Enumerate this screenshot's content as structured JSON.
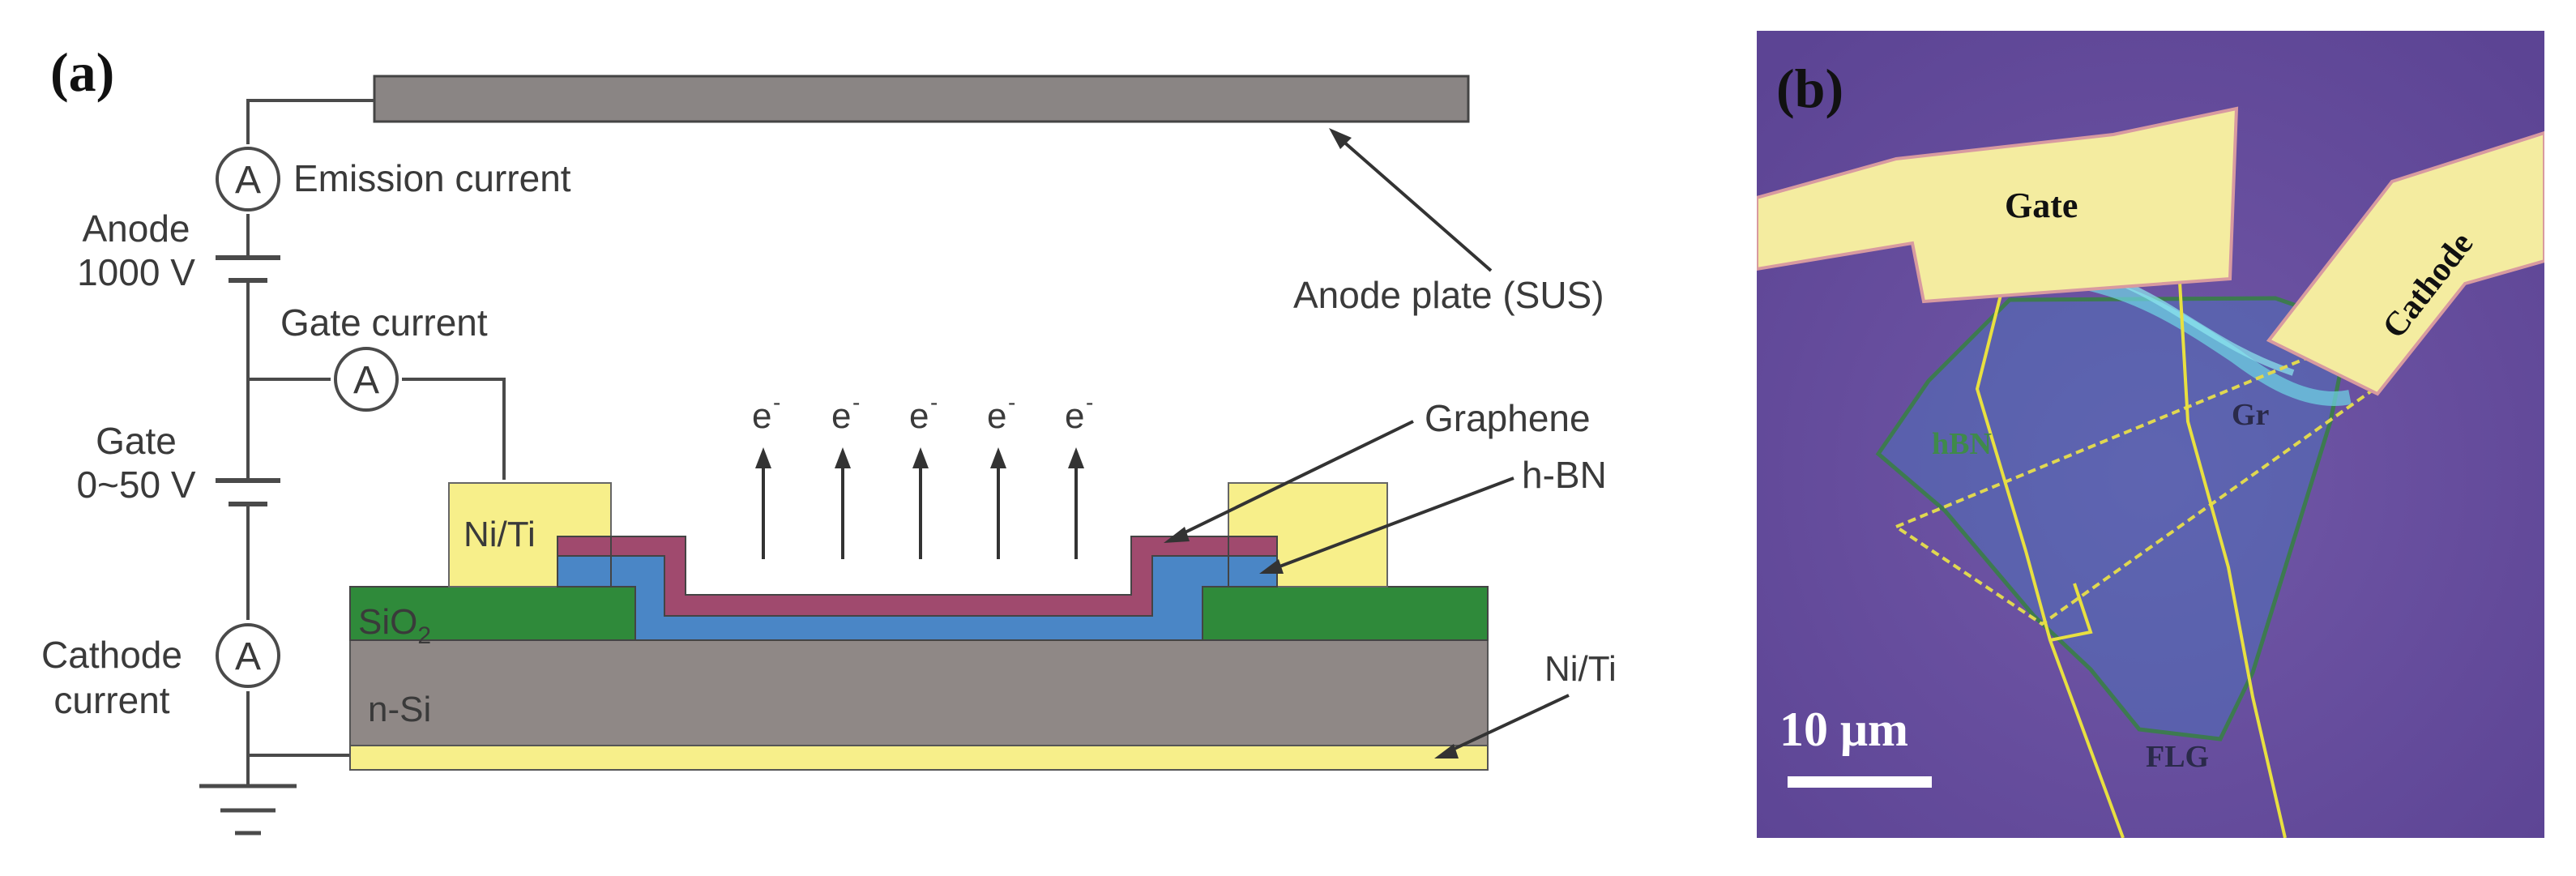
{
  "panel_a": {
    "label": "(a)",
    "emission_current": "Emission current",
    "anode_voltage_name": "Anode",
    "anode_voltage_value": "1000 V",
    "gate_current": "Gate current",
    "gate_voltage_name": "Gate",
    "gate_voltage_value": "0~50 V",
    "cathode_current_line1": "Cathode",
    "cathode_current_line2": "current",
    "ammeter_symbol": "A",
    "anode_plate": "Anode plate (SUS)",
    "graphene": "Graphene",
    "hbn": "h-BN",
    "niti_top": "Ni/Ti",
    "niti_bottom": "Ni/Ti",
    "sio2_base": "SiO",
    "sio2_sub": "2",
    "nsi": "n-Si",
    "electron": "e",
    "electron_sup": "-",
    "colors": {
      "anode_plate": "#8a8584",
      "graphene_layer": "#a04a6e",
      "hbn_layer": "#4a86c6",
      "sio2_layer": "#2f8a3a",
      "nsi_layer": "#8f8886",
      "metal_contact": "#f7ef8a"
    }
  },
  "panel_b": {
    "label": "(b)",
    "gate": "Gate",
    "cathode": "Cathode",
    "hbn": "hBN",
    "gr": "Gr",
    "flg": "FLG",
    "scale_bar": "10 μm",
    "colors": {
      "substrate": "#6b4fa0",
      "electrode": "#f4eca0",
      "outline": "#d8d030"
    }
  }
}
